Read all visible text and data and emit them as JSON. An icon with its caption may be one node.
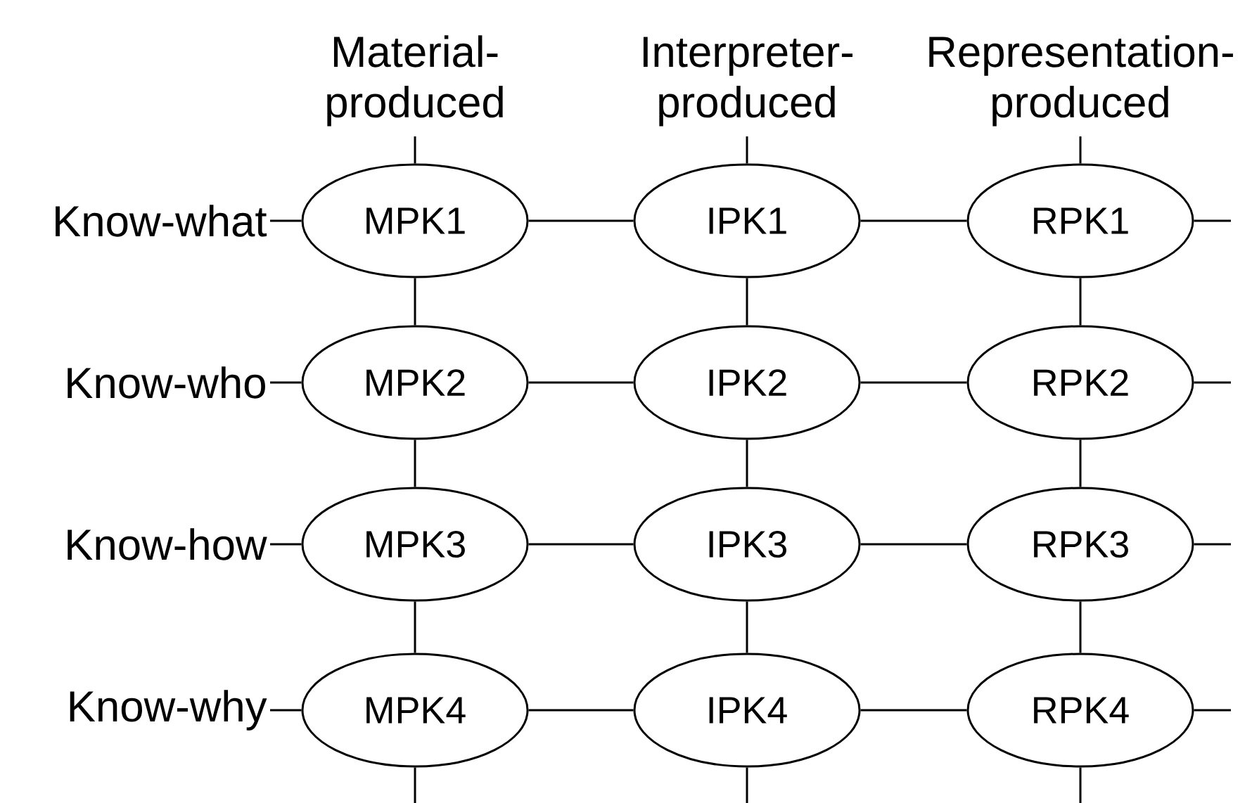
{
  "diagram": {
    "nodes": [
      {
        "text": [
          "Material- produced"
        ]
      },
      {
        "text": [
          "Interpreter- produced"
        ]
      },
      {
        "text": [
          "Representation- produced"
        ]
      },
      {
        "text": [
          "Know-what"
        ]
      },
      {
        "text": [
          "MPK1"
        ]
      },
      {
        "text": [
          "IPK1"
        ]
      },
      {
        "text": [
          "RPK1"
        ]
      },
      {
        "text": [
          "Know-who"
        ]
      },
      {
        "text": [
          "MPK2"
        ]
      },
      {
        "text": [
          "IPK2"
        ]
      },
      {
        "text": [
          "RPK2"
        ]
      },
      {
        "text": [
          "Know-how"
        ]
      },
      {
        "text": [
          "MPK3"
        ]
      },
      {
        "text": [
          "IPK3"
        ]
      },
      {
        "text": [
          "RPK3"
        ]
      },
      {
        "text": [
          "Know-why"
        ]
      },
      {
        "text": [
          "MPK4"
        ]
      },
      {
        "text": [
          "IPK4"
        ]
      },
      {
        "text": [
          "RPK4"
        ]
      }
    ],
    "edges": [
      {
        "from": 0,
        "to": 4,
        "arrow": "none"
      },
      {
        "from": 1,
        "to": 5,
        "arrow": "none"
      },
      {
        "from": 2,
        "to": 6,
        "arrow": "none"
      },
      {
        "from": 3,
        "to": 4,
        "arrow": "none"
      },
      {
        "from": 4,
        "to": 5,
        "arrow": "none"
      },
      {
        "from": 5,
        "to": 6,
        "arrow": "none"
      },
      {
        "from": 6,
        "to": null,
        "arrow": "none"
      },
      {
        "from": 7,
        "to": 8,
        "arrow": "none"
      },
      {
        "from": 8,
        "to": 9,
        "arrow": "none"
      },
      {
        "from": 9,
        "to": 10,
        "arrow": "none"
      },
      {
        "from": 10,
        "to": null,
        "arrow": "none"
      },
      {
        "from": 11,
        "to": 12,
        "arrow": "none"
      },
      {
        "from": 12,
        "to": 13,
        "arrow": "none"
      },
      {
        "from": 13,
        "to": 14,
        "arrow": "none"
      },
      {
        "from": 14,
        "to": null,
        "arrow": "none"
      },
      {
        "from": 15,
        "to": 16,
        "arrow": "none"
      },
      {
        "from": 16,
        "to": 17,
        "arrow": "none"
      },
      {
        "from": 17,
        "to": 18,
        "arrow": "none"
      },
      {
        "from": 18,
        "to": null,
        "arrow": "none"
      },
      {
        "from": 4,
        "to": 8,
        "arrow": "none"
      },
      {
        "from": 5,
        "to": 9,
        "arrow": "none"
      },
      {
        "from": 6,
        "to": 10,
        "arrow": "none"
      },
      {
        "from": 8,
        "to": 12,
        "arrow": "none"
      },
      {
        "from": 9,
        "to": 13,
        "arrow": "none"
      },
      {
        "from": 10,
        "to": 14,
        "arrow": "none"
      },
      {
        "from": 12,
        "to": 16,
        "arrow": "none"
      },
      {
        "from": 13,
        "to": 17,
        "arrow": "none"
      },
      {
        "from": 14,
        "to": 18,
        "arrow": "none"
      },
      {
        "from": 16,
        "to": null,
        "arrow": "none"
      },
      {
        "from": 17,
        "to": null,
        "arrow": "none"
      },
      {
        "from": 18,
        "to": null,
        "arrow": "none"
      }
    ]
  }
}
